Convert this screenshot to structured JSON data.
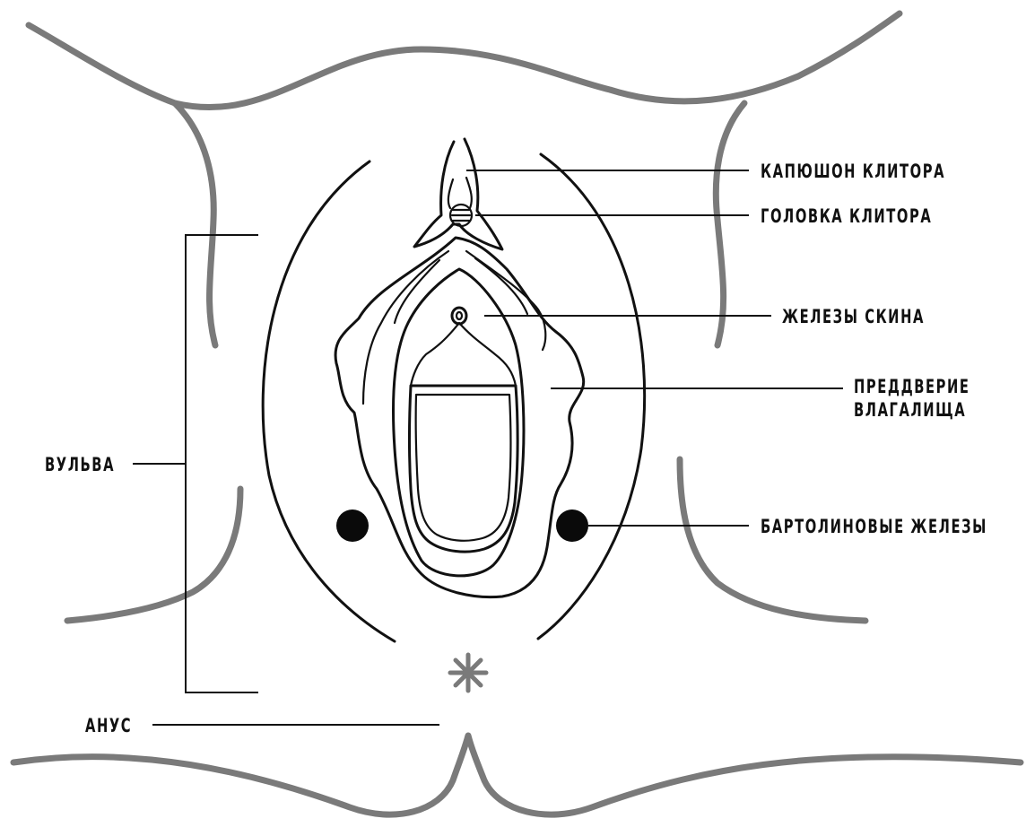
{
  "labels": {
    "clitoral_hood": "Капюшон клитора",
    "clitoral_glans": "Головка клитора",
    "skene_glands": "Железы Скина",
    "vestibule_line1": "Преддверие",
    "vestibule_line2": "влагалища",
    "bartholin_glands": "Бартолиновые железы",
    "vulva": "Вульва",
    "anus": "Анус"
  },
  "colors": {
    "body_outline": "#7a7a7a",
    "ink": "#111111",
    "background": "#ffffff"
  }
}
